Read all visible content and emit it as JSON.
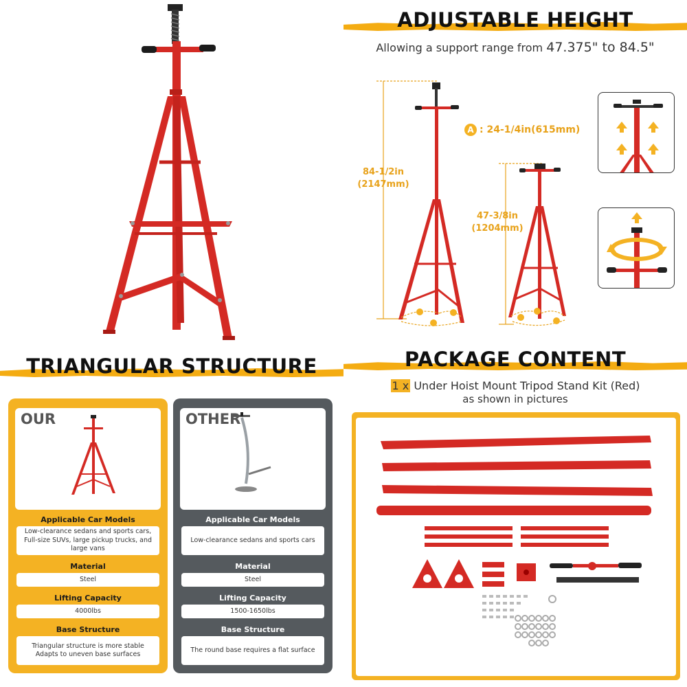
{
  "colors": {
    "accent": "#f4ac12",
    "stand_red": "#d42a24",
    "dim_orange": "#e8a21a",
    "other_gray": "#555a5e"
  },
  "adjustable": {
    "title": "ADJUSTABLE HEIGHT",
    "subtitle_prefix": "Allowing a support range from",
    "subtitle_range": "47.375\" to 84.5\"",
    "max_height_in": "84-1/2in",
    "max_height_mm": "(2147mm)",
    "min_height_in": "47-3/8in",
    "min_height_mm": "(1204mm)",
    "marker": "A",
    "a_value": ": 24-1/4in(615mm)"
  },
  "triangular": {
    "title": "TRIANGULAR STRUCTURE",
    "ours": {
      "tag": "OUR",
      "rows": [
        {
          "label": "Applicable Car Models",
          "value": "Low-clearance sedans and sports cars, Full-size SUVs, large pickup trucks, and large vans"
        },
        {
          "label": "Material",
          "value": "Steel"
        },
        {
          "label": "Lifting Capacity",
          "value": "4000lbs"
        },
        {
          "label": "Base Structure",
          "value": "Triangular structure is more stable Adapts to uneven base surfaces"
        }
      ]
    },
    "other": {
      "tag": "OTHER",
      "rows": [
        {
          "label": "Applicable Car Models",
          "value": "Low-clearance sedans and sports cars"
        },
        {
          "label": "Material",
          "value": "Steel"
        },
        {
          "label": "Lifting Capacity",
          "value": "1500-1650lbs"
        },
        {
          "label": "Base Structure",
          "value": "The round base requires a flat surface"
        }
      ]
    }
  },
  "package": {
    "title": "PACKAGE CONTENT",
    "qty": "1 x",
    "line1": "Under Hoist Mount Tripod Stand Kit (Red)",
    "line2": "as shown in pictures"
  }
}
